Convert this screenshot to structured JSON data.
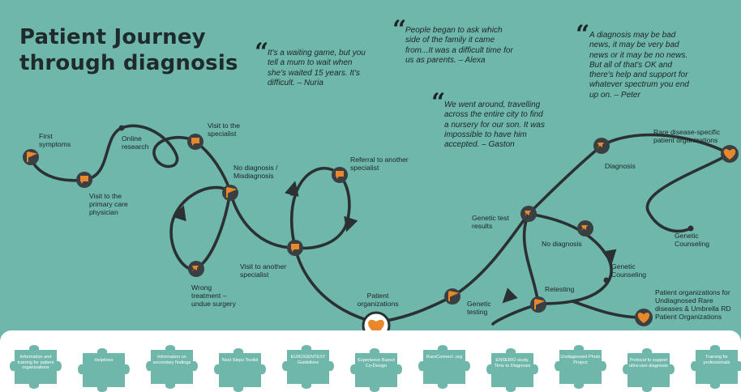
{
  "title_line1": "Patient Journey",
  "title_line2": "through diagnosis",
  "quotes": {
    "nuria": "It's a waiting game, but you tell a mum to wait when she's waited 15 years. It's difficult. – Nuria",
    "alexa": "People began to ask which side of the family it came from...It was a difficult time for us as parents. – Alexa",
    "gaston": "We went around, travelling across the entire city to find a nursery for our son. It was impossible to have him accepted. – Gaston",
    "peter": "A diagnosis may be bad news, it may be very bad news or it may be no news. But all of that's OK and there's help and support for whatever spectrum you end up on. – Peter"
  },
  "steps": {
    "first_symptoms": "First symptoms",
    "online_research": "Online research",
    "visit_specialist": "Visit to the specialist",
    "visit_primary": "Visit to the primary care physician",
    "no_diagnosis_misdiagnosis": "No diagnosis / Misdiagnosis",
    "referral": "Referral to another specialist",
    "wrong_treatment": "Wrong treatment – undue surgery",
    "visit_another": "Visit to another specialist",
    "patient_organizations": "Patient organizations",
    "genetic_test_results": "Genetic test results",
    "genetic_testing": "Genetic testing",
    "diagnosis": "Diagnosis",
    "no_diagnosis": "No diagnosis",
    "genetic_counseling_mid": "Genetic Counseling",
    "retesting": "Retesting",
    "rare_disease_orgs": "Rare disease-specific patient organizations",
    "genetic_counseling_right": "Genetic Counseling",
    "undiagnosed_orgs": "Patient organizations for Undiagnosed Rare diseases & Umbrella RD Patient Organizations"
  },
  "puzzle": [
    "Information and training for patient organizations",
    "Helplines",
    "Information on secondary findings",
    "Next Steps Toolkit",
    "EUROGENTEST Guidelines",
    "Experience Based Co-Design",
    "RareConnect .org",
    "ENSERIO study. Time to Diagnosis",
    "Undiagnosed Photo Project",
    "Protocol to support ultra-rare diagnosis",
    "Training for professionals"
  ],
  "colors": {
    "background": "#6fb7aa",
    "path": "#2b3133",
    "marker_fill": "#3a3f42",
    "marker_icon": "#e8882c",
    "puzzle": "#6fb7aa"
  }
}
